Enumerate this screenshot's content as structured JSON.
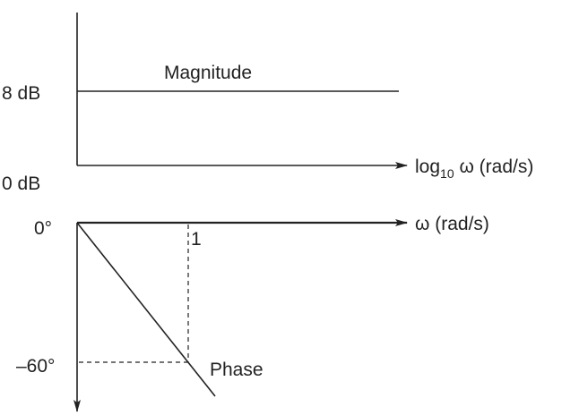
{
  "magnitude_plot": {
    "label": "Magnitude",
    "y_tick_high": "8 dB",
    "y_tick_low": "0 dB",
    "x_axis_label_main": "log",
    "x_axis_label_sub": "10",
    "x_axis_label_rest": " ω (rad/s)",
    "level_db": 8
  },
  "phase_plot": {
    "label": "Phase",
    "y_tick_zero": "0°",
    "y_tick_low": "–60°",
    "x_axis_label": "ω (rad/s)",
    "x_tick": "1",
    "phase_at_tick_deg": -60
  },
  "colors": {
    "line": "#222222"
  }
}
